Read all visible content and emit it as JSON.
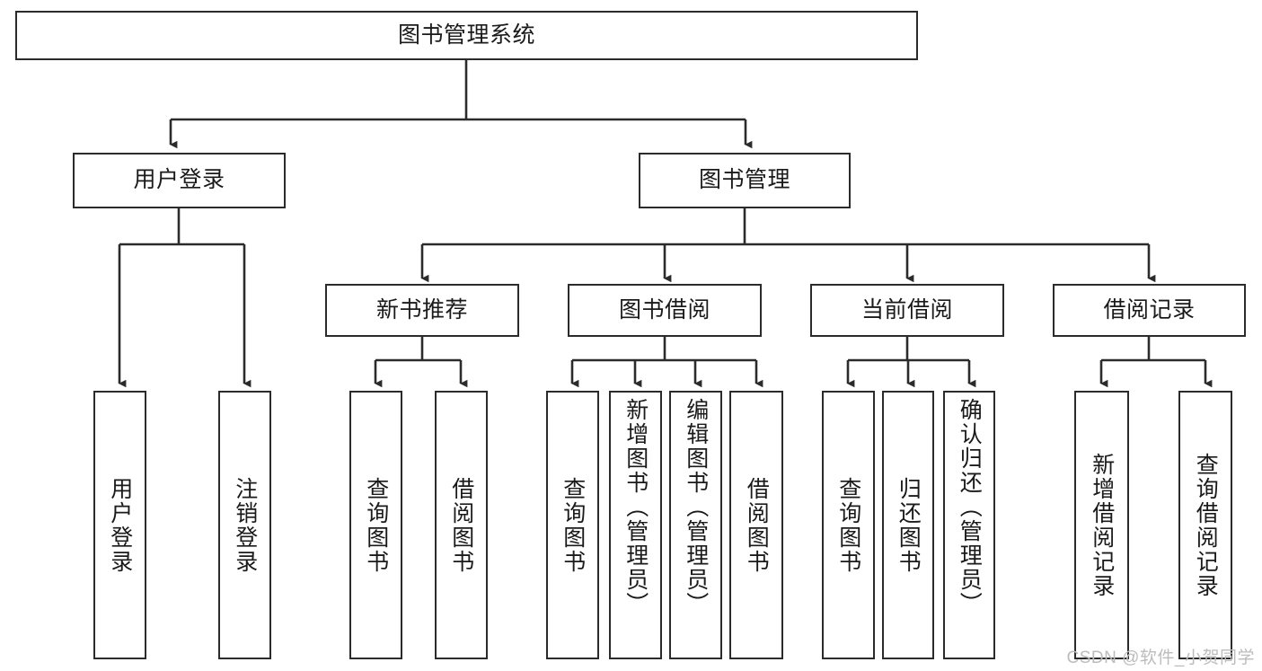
{
  "diagram": {
    "title": "图书管理系统",
    "type": "hierarchy-tree",
    "watermark": "CSDN @软件_小贺同学",
    "colors": {
      "box_border": "#2b2b2b",
      "box_fill": "#ffffff",
      "connector": "#2b2b2b",
      "text": "#1a1a1a",
      "watermark": "#bcbcbc"
    },
    "root": {
      "label": "图书管理系统"
    },
    "level2": [
      {
        "label": "用户登录"
      },
      {
        "label": "图书管理"
      }
    ],
    "level3": [
      {
        "label": "新书推荐"
      },
      {
        "label": "图书借阅"
      },
      {
        "label": "当前借阅"
      },
      {
        "label": "借阅记录"
      }
    ],
    "leaves": {
      "user_login": [
        {
          "label": "用户登录"
        },
        {
          "label": "注销登录"
        }
      ],
      "new_book_recommend": [
        {
          "label": "查询图书"
        },
        {
          "label": "借阅图书"
        }
      ],
      "book_borrow": [
        {
          "label": "查询图书"
        },
        {
          "label": "新增图书（管理员）"
        },
        {
          "label": "编辑图书（管理员）"
        },
        {
          "label": "借阅图书"
        }
      ],
      "current_borrow": [
        {
          "label": "查询图书"
        },
        {
          "label": "归还图书"
        },
        {
          "label": "确认归还（管理员）"
        }
      ],
      "borrow_records": [
        {
          "label": "新增借阅记录"
        },
        {
          "label": "查询借阅记录"
        }
      ]
    }
  }
}
